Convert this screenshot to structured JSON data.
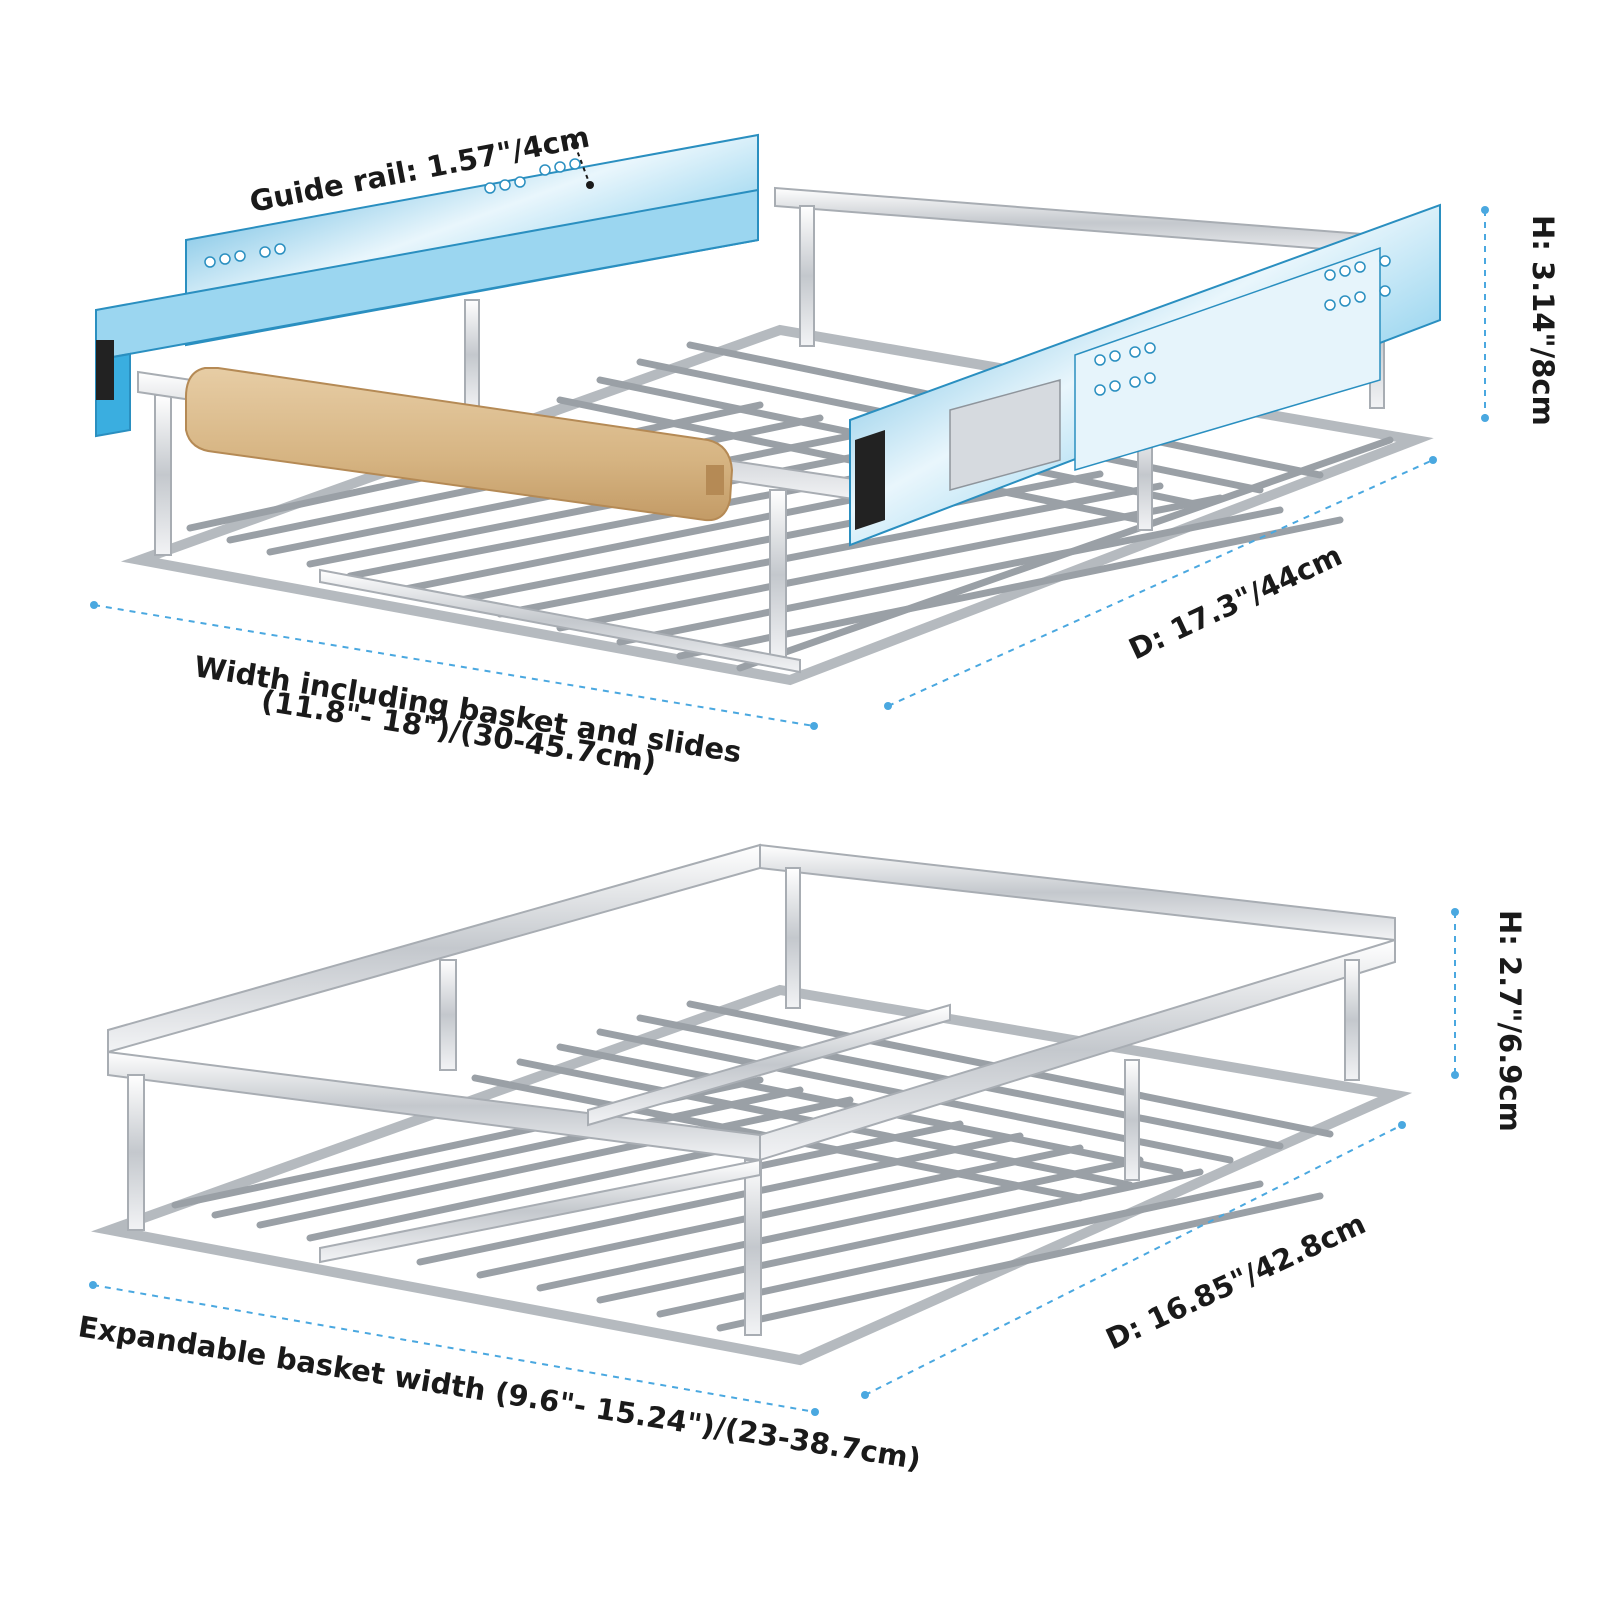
{
  "colors": {
    "rail": "#46b7e3",
    "rail_dark": "#2a8fc0",
    "steel": "#c9ccd0",
    "steel_dark": "#8f959c",
    "wood": "#d9b98c",
    "dim_line": "#4aa8e0"
  },
  "top_product": {
    "guide_rail_label": "Guide rail: 1.57\"/4cm",
    "height_label": "H: 3.14\"/8cm",
    "depth_label": "D: 17.3\"/44cm",
    "width_label_line1": "Width including basket and slides",
    "width_label_line2": "(11.8\"- 18\")/(30-45.7cm)"
  },
  "bottom_product": {
    "height_label": "H: 2.7\"/6.9cm",
    "depth_label": "D: 16.85\"/42.8cm",
    "width_label": "Expandable basket width (9.6\"- 15.24\")/(23-38.7cm)"
  }
}
